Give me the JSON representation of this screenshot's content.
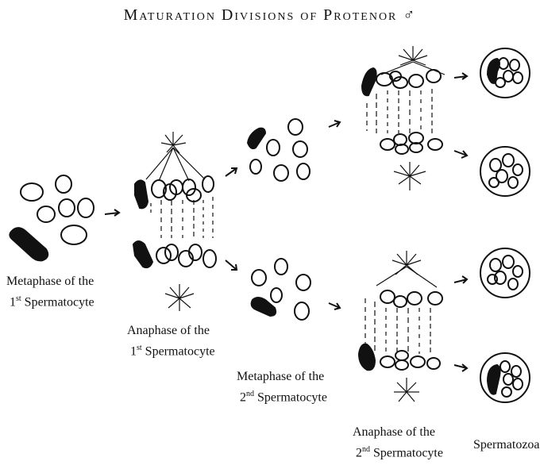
{
  "title": "Maturation Divisions of Protenor ♂",
  "captions": {
    "meta1_line1": "Metaphase of the",
    "meta1_num": "1",
    "meta1_sup": "st",
    "meta1_rest": "Spermatocyte",
    "ana1_line1": "Anaphase of the",
    "ana1_num": "1",
    "ana1_sup": "st",
    "ana1_rest": "Spermatocyte",
    "meta2_line1": "Metaphase of the",
    "meta2_num": "2",
    "meta2_sup": "nd",
    "meta2_rest": "Spermatocyte",
    "ana2_line1": "Anaphase of the",
    "ana2_num": "2",
    "ana2_sup": "nd",
    "ana2_rest": "Spermatocyte",
    "spermatozoa": "Spermatozoa"
  },
  "colors": {
    "ink": "#111111",
    "paper": "#ffffff"
  }
}
